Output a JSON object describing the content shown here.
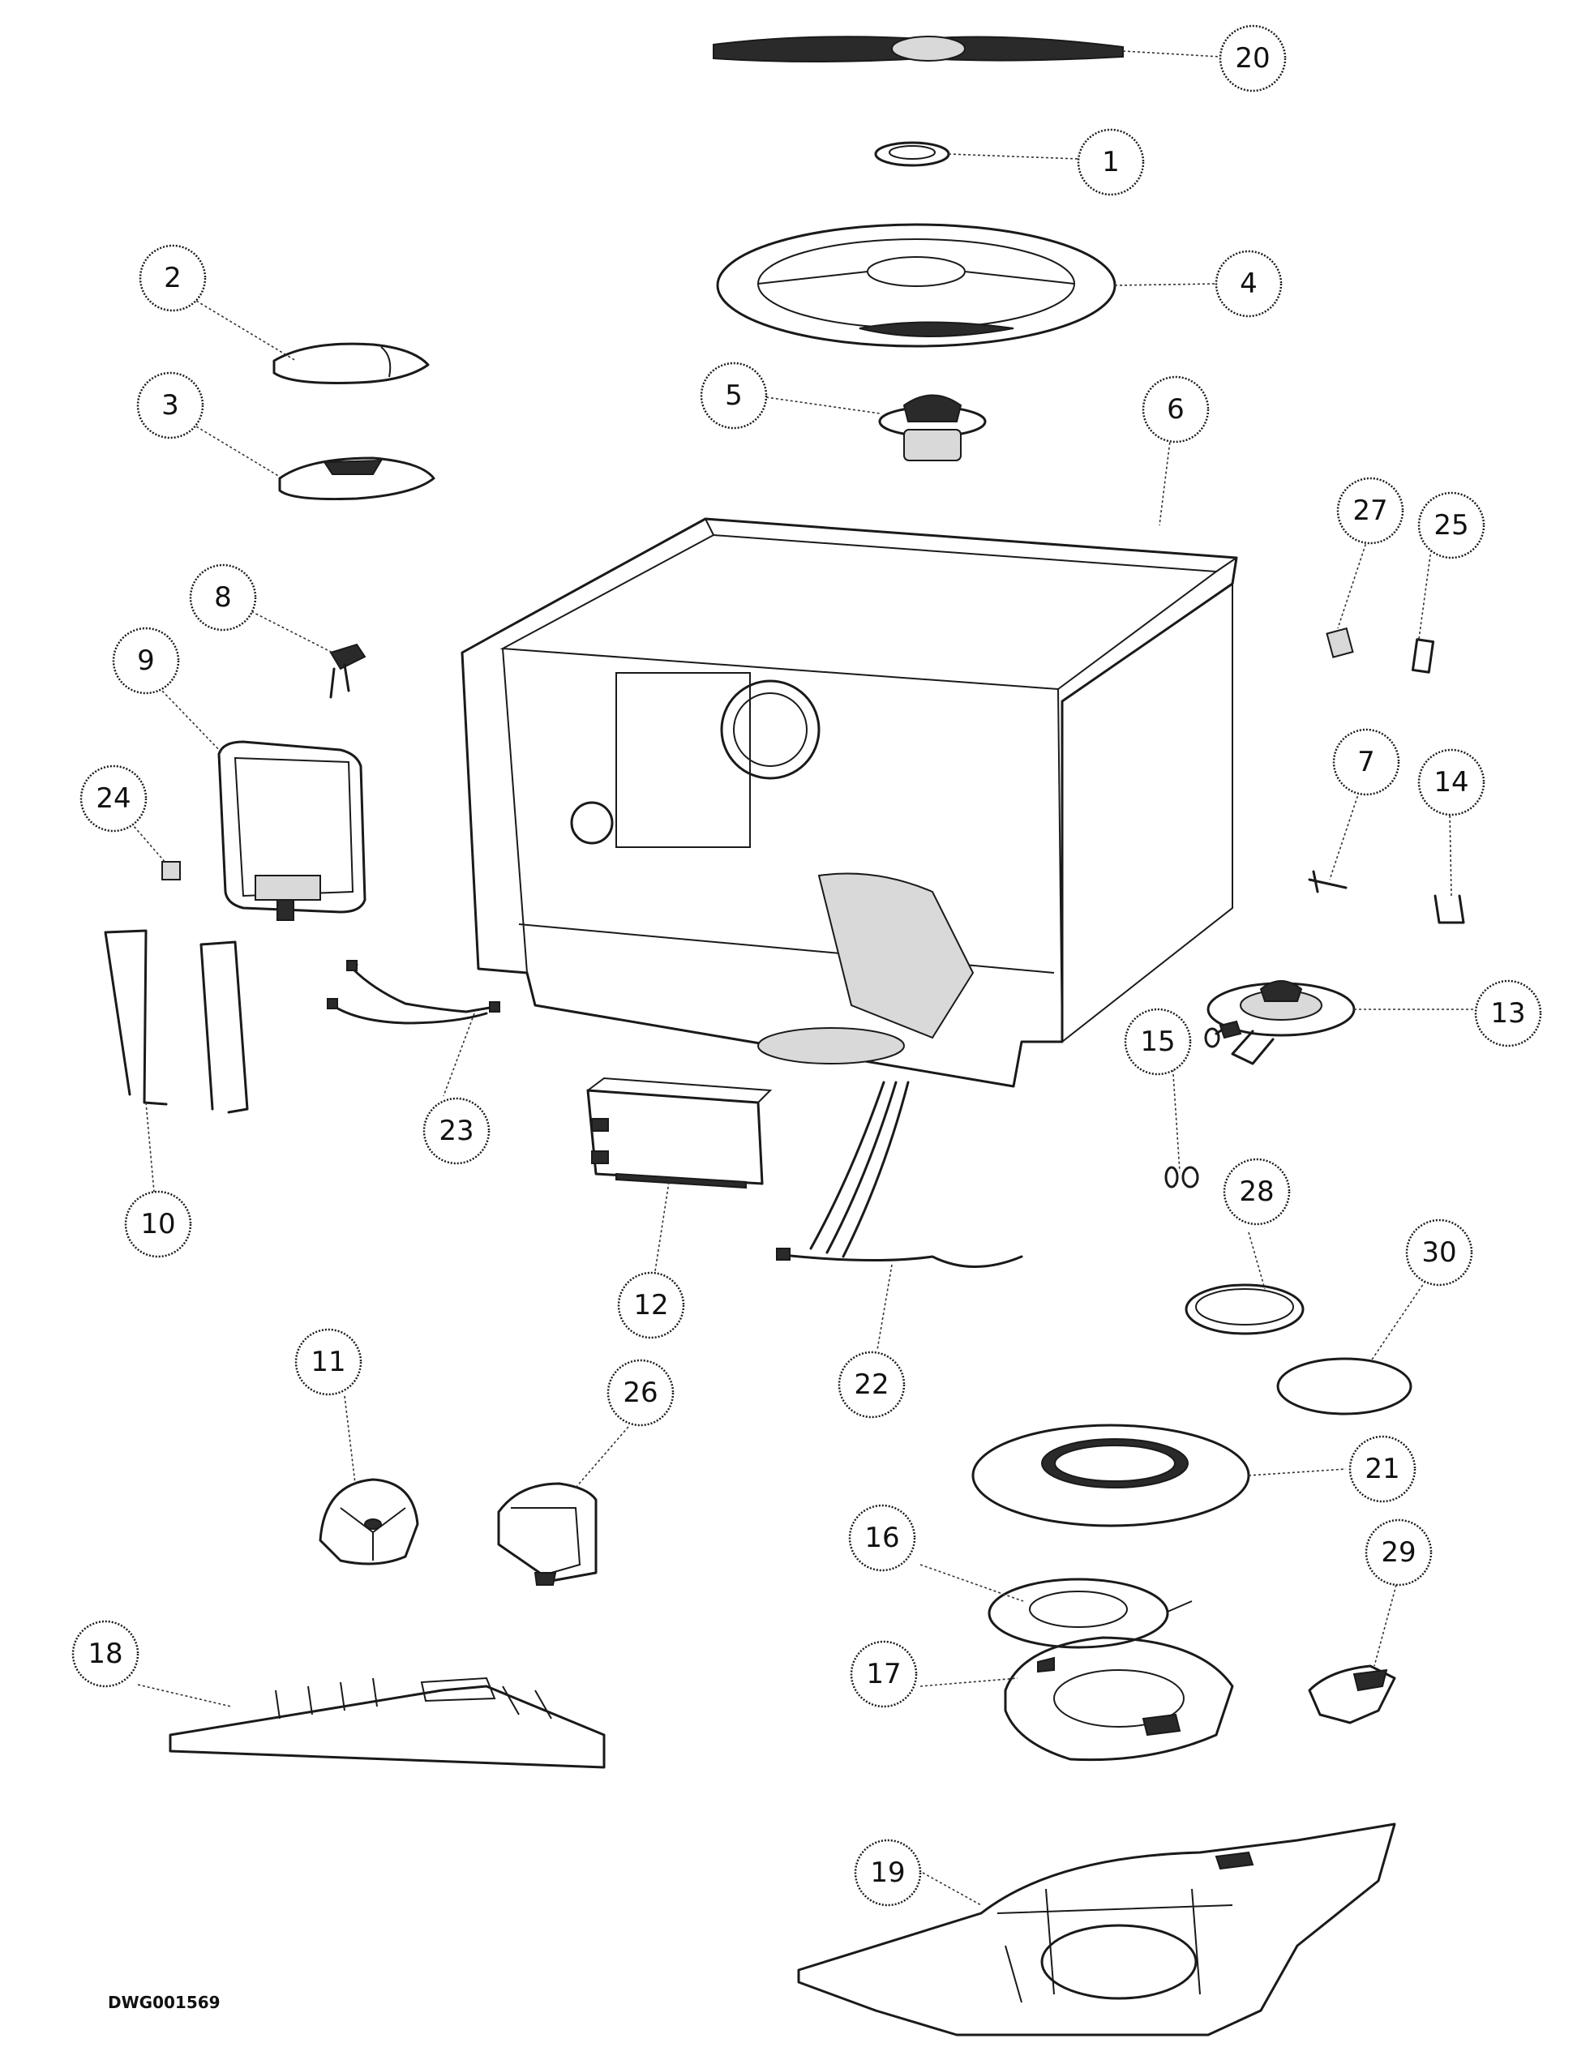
{
  "drawing_code": "DWG001569",
  "callouts": [
    "20",
    "1",
    "4",
    "2",
    "3",
    "5",
    "6",
    "27",
    "25",
    "8",
    "9",
    "24",
    "7",
    "14",
    "13",
    "15",
    "23",
    "10",
    "12",
    "28",
    "30",
    "22",
    "21",
    "11",
    "26",
    "16",
    "29",
    "18",
    "17",
    "19"
  ],
  "colors": {
    "line": "#1a1a1a",
    "background": "#ffffff"
  }
}
